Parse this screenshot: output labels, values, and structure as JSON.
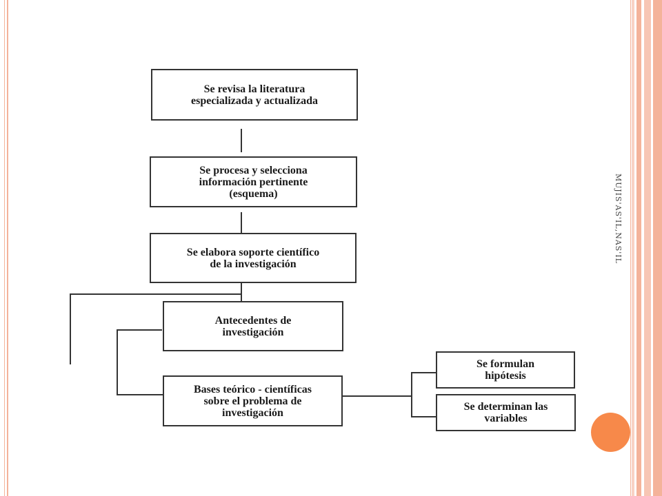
{
  "slide": {
    "side_text": "MUJIS'AS'IL,NAS'IL",
    "colors": {
      "accent": "#f7894a",
      "band": "#f4b39a",
      "border": "#333333"
    }
  },
  "flowchart": {
    "step1": "Se revisa la literatura\nespecializada y actualizada",
    "step2": "Se procesa y selecciona\ninformación pertinente\n(esquema)",
    "step3": "Se elabora soporte científico\nde la investigación",
    "branch_antecedentes": "Antecedentes de\ninvestigación",
    "branch_bases": "Bases teórico - científicas\nsobre el problema de\ninvestigación",
    "leaf_hipotesis": "Se formulan\nhipótesis",
    "leaf_variables": "Se determinan las\nvariables"
  }
}
